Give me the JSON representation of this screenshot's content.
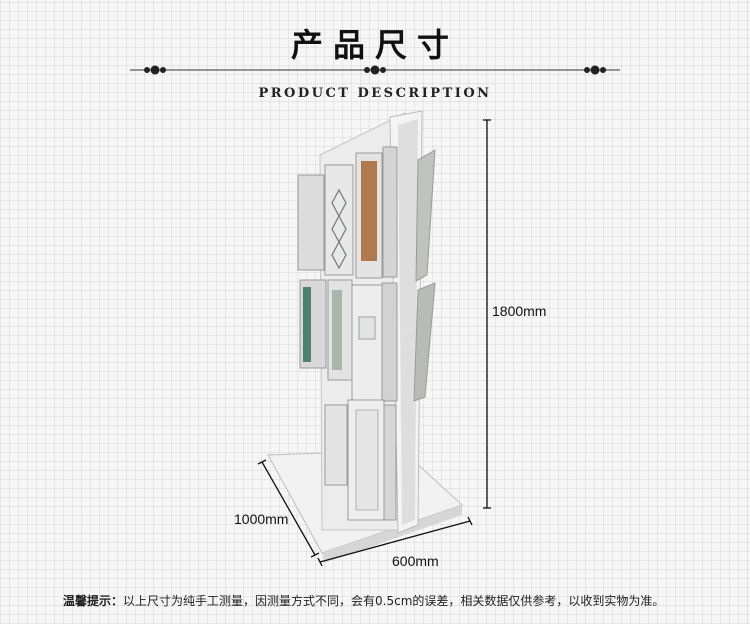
{
  "header": {
    "title": "产品尺寸",
    "subtitle": "PRODUCT DESCRIPTION"
  },
  "dimensions": {
    "height": "1800mm",
    "depth": "1000mm",
    "width": "600mm"
  },
  "note": {
    "label": "温馨提示：",
    "text": "以上尺寸为纯手工测量，因测量方式不同，会有0.5cm的误差，相关数据仅供参考，以收到实物为准。"
  },
  "colors": {
    "background": "#f6f6f6",
    "text": "#111111",
    "rack": "#e8e8e8"
  }
}
